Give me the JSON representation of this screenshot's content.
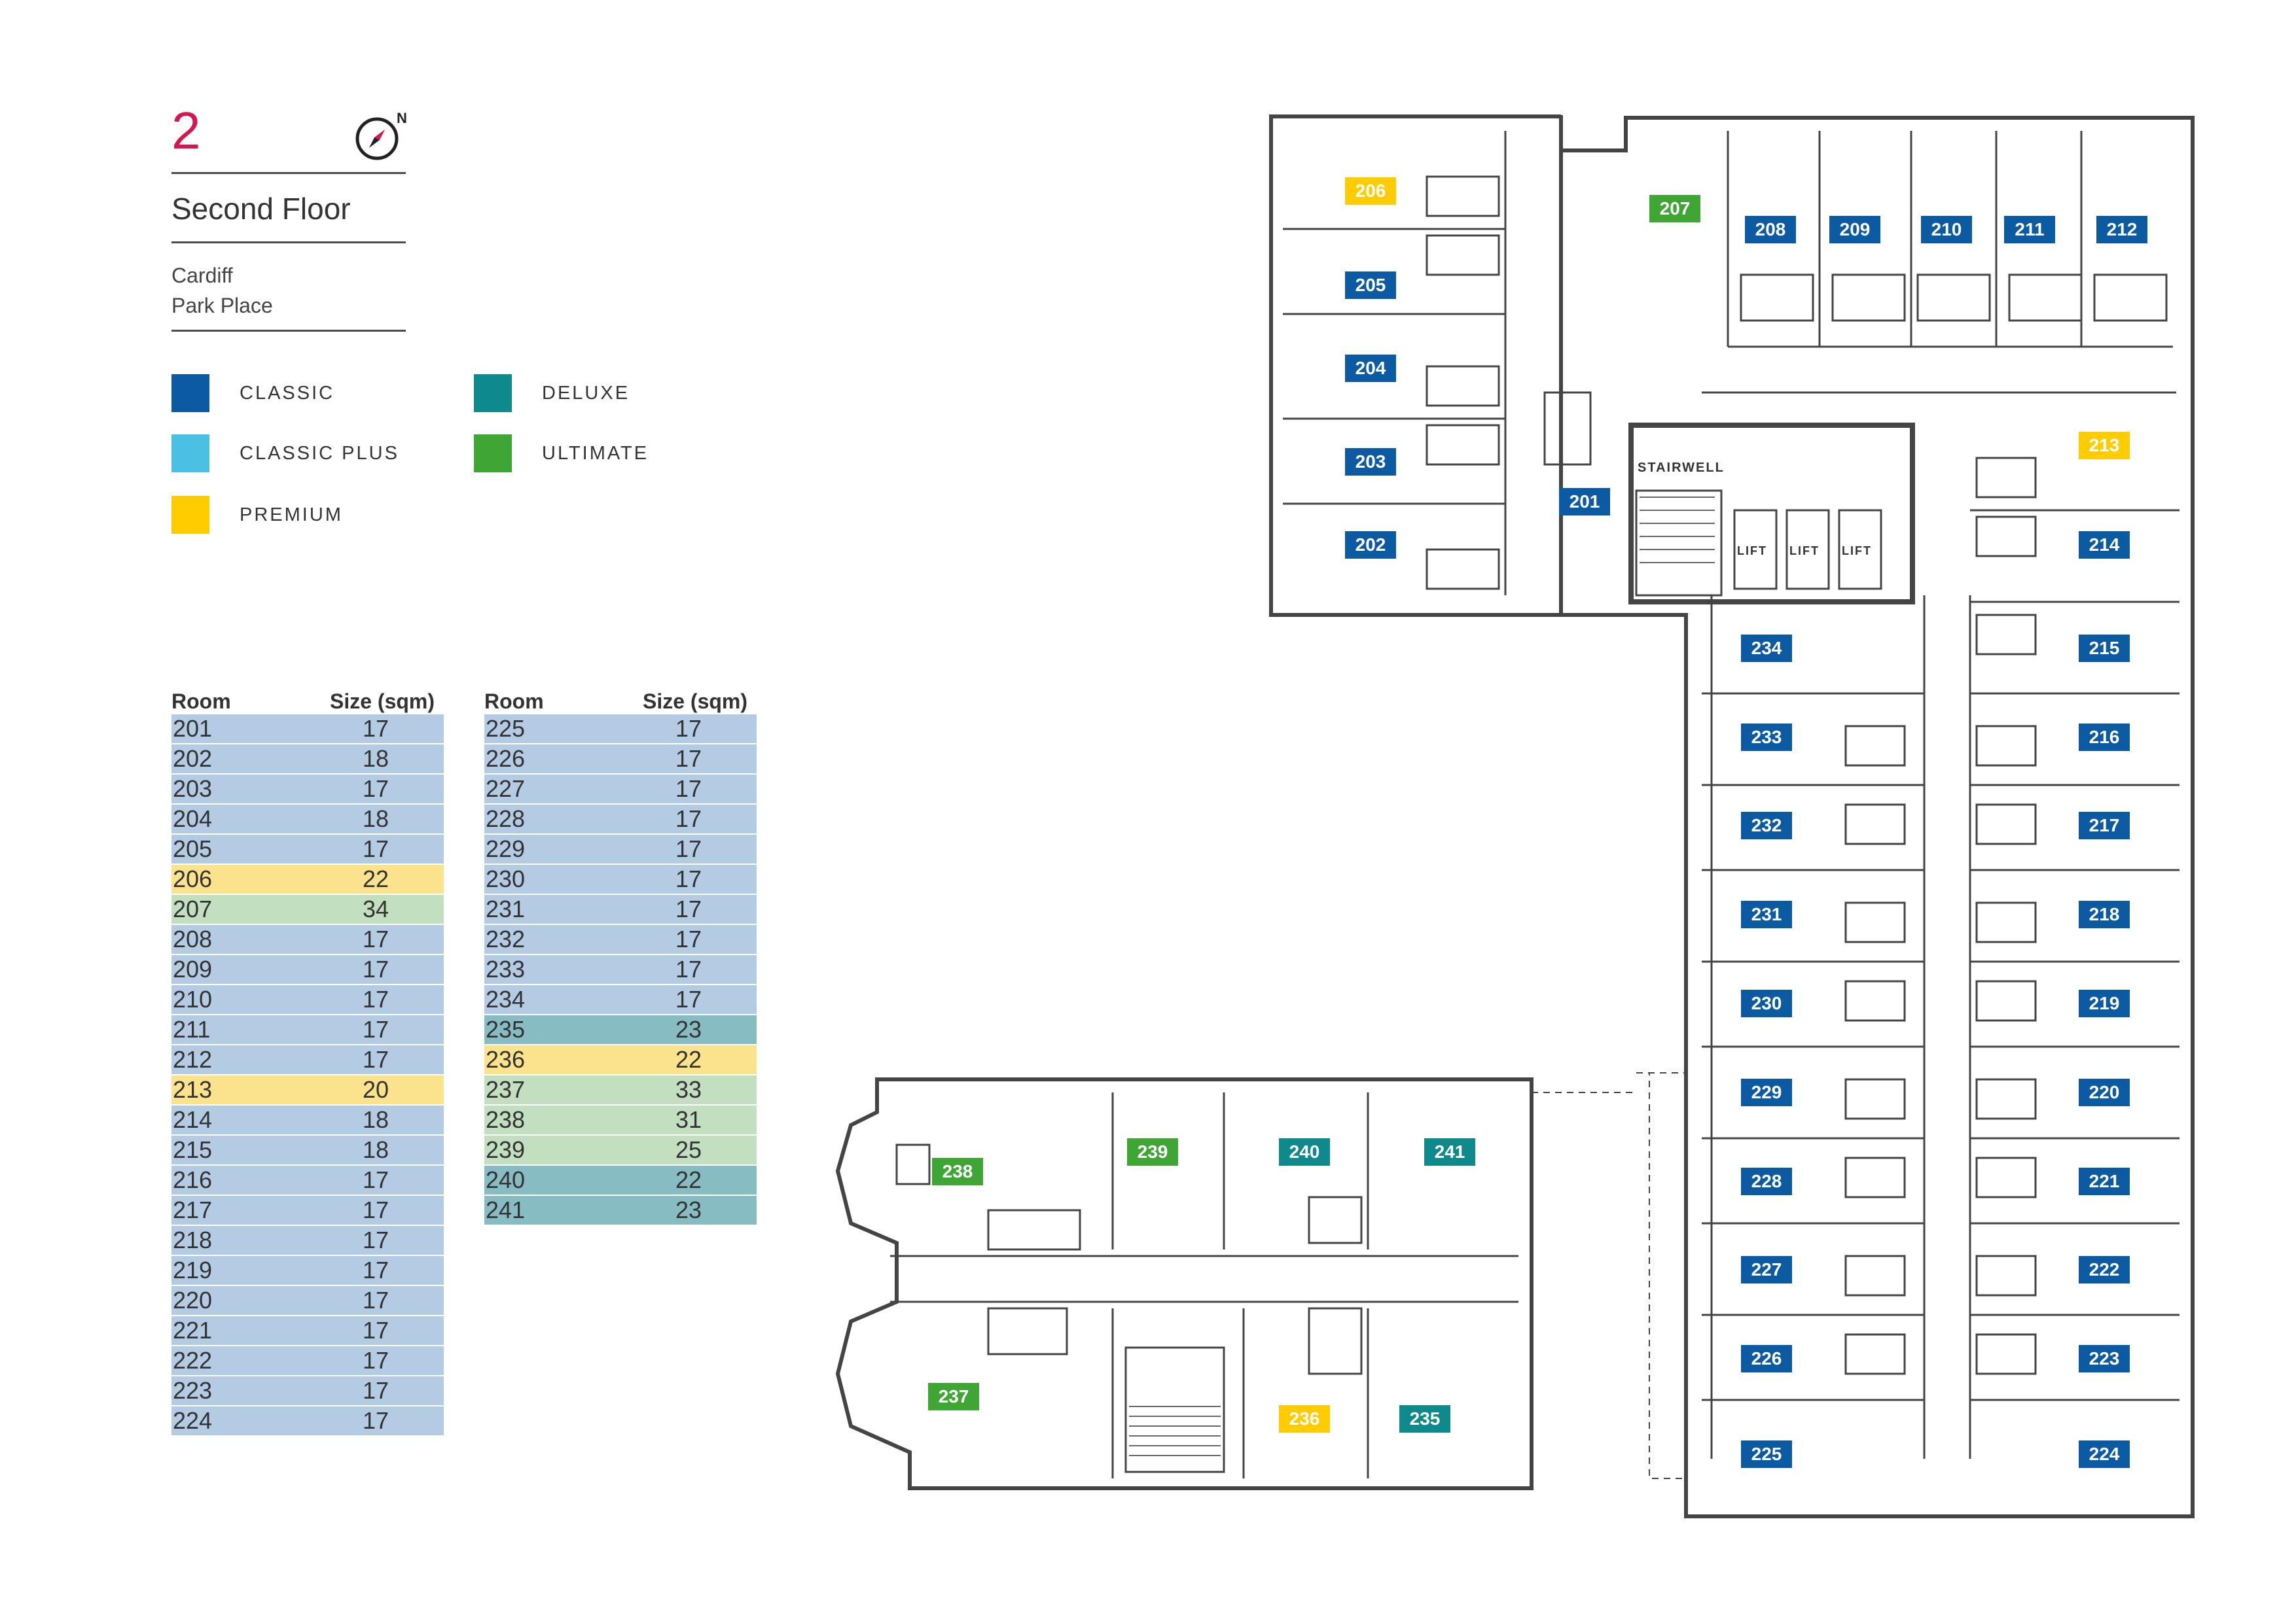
{
  "header": {
    "floor_number": "2",
    "floor_title": "Second Floor",
    "building_line1": "Cardiff",
    "building_line2": "Park Place",
    "north_label": "N"
  },
  "legend": [
    {
      "label": "CLASSIC",
      "color": "#0b5aa2"
    },
    {
      "label": "CLASSIC PLUS",
      "color": "#4cc0e3"
    },
    {
      "label": "PREMIUM",
      "color": "#ffcc00"
    },
    {
      "label": "DELUXE",
      "color": "#0f8a8c"
    },
    {
      "label": "ULTIMATE",
      "color": "#3fa535"
    }
  ],
  "tables": {
    "col_room": "Room",
    "col_size": "Size (sqm)",
    "left": [
      {
        "room": "201",
        "size": "17",
        "tier": "classic"
      },
      {
        "room": "202",
        "size": "18",
        "tier": "classic"
      },
      {
        "room": "203",
        "size": "17",
        "tier": "classic"
      },
      {
        "room": "204",
        "size": "18",
        "tier": "classic"
      },
      {
        "room": "205",
        "size": "17",
        "tier": "classic"
      },
      {
        "room": "206",
        "size": "22",
        "tier": "premium"
      },
      {
        "room": "207",
        "size": "34",
        "tier": "ultimate"
      },
      {
        "room": "208",
        "size": "17",
        "tier": "classic"
      },
      {
        "room": "209",
        "size": "17",
        "tier": "classic"
      },
      {
        "room": "210",
        "size": "17",
        "tier": "classic"
      },
      {
        "room": "211",
        "size": "17",
        "tier": "classic"
      },
      {
        "room": "212",
        "size": "17",
        "tier": "classic"
      },
      {
        "room": "213",
        "size": "20",
        "tier": "premium"
      },
      {
        "room": "214",
        "size": "18",
        "tier": "classic"
      },
      {
        "room": "215",
        "size": "18",
        "tier": "classic"
      },
      {
        "room": "216",
        "size": "17",
        "tier": "classic"
      },
      {
        "room": "217",
        "size": "17",
        "tier": "classic"
      },
      {
        "room": "218",
        "size": "17",
        "tier": "classic"
      },
      {
        "room": "219",
        "size": "17",
        "tier": "classic"
      },
      {
        "room": "220",
        "size": "17",
        "tier": "classic"
      },
      {
        "room": "221",
        "size": "17",
        "tier": "classic"
      },
      {
        "room": "222",
        "size": "17",
        "tier": "classic"
      },
      {
        "room": "223",
        "size": "17",
        "tier": "classic"
      },
      {
        "room": "224",
        "size": "17",
        "tier": "classic"
      }
    ],
    "right": [
      {
        "room": "225",
        "size": "17",
        "tier": "classic"
      },
      {
        "room": "226",
        "size": "17",
        "tier": "classic"
      },
      {
        "room": "227",
        "size": "17",
        "tier": "classic"
      },
      {
        "room": "228",
        "size": "17",
        "tier": "classic"
      },
      {
        "room": "229",
        "size": "17",
        "tier": "classic"
      },
      {
        "room": "230",
        "size": "17",
        "tier": "classic"
      },
      {
        "room": "231",
        "size": "17",
        "tier": "classic"
      },
      {
        "room": "232",
        "size": "17",
        "tier": "classic"
      },
      {
        "room": "233",
        "size": "17",
        "tier": "classic"
      },
      {
        "room": "234",
        "size": "17",
        "tier": "classic"
      },
      {
        "room": "235",
        "size": "23",
        "tier": "deluxe"
      },
      {
        "room": "236",
        "size": "22",
        "tier": "premium"
      },
      {
        "room": "237",
        "size": "33",
        "tier": "ultimate"
      },
      {
        "room": "238",
        "size": "31",
        "tier": "ultimate"
      },
      {
        "room": "239",
        "size": "25",
        "tier": "ultimate"
      },
      {
        "room": "240",
        "size": "22",
        "tier": "deluxe"
      },
      {
        "room": "241",
        "size": "23",
        "tier": "deluxe"
      }
    ],
    "row_colors": {
      "classic": "#b3cbe3",
      "premium": "#fbe38e",
      "ultimate": "#c2e0c0",
      "deluxe": "#88bcc3"
    }
  },
  "plan": {
    "stairwell_label": "STAIRWELL",
    "lift_label": "LIFT",
    "room_colors": {
      "classic": "#0b5aa2",
      "premium": "#ffcc00",
      "ultimate": "#3fa535",
      "deluxe": "#0f8a8c"
    },
    "rooms": [
      {
        "id": "201",
        "tier": "classic"
      },
      {
        "id": "202",
        "tier": "classic"
      },
      {
        "id": "203",
        "tier": "classic"
      },
      {
        "id": "204",
        "tier": "classic"
      },
      {
        "id": "205",
        "tier": "classic"
      },
      {
        "id": "206",
        "tier": "premium"
      },
      {
        "id": "207",
        "tier": "ultimate"
      },
      {
        "id": "208",
        "tier": "classic"
      },
      {
        "id": "209",
        "tier": "classic"
      },
      {
        "id": "210",
        "tier": "classic"
      },
      {
        "id": "211",
        "tier": "classic"
      },
      {
        "id": "212",
        "tier": "classic"
      },
      {
        "id": "213",
        "tier": "premium"
      },
      {
        "id": "214",
        "tier": "classic"
      },
      {
        "id": "215",
        "tier": "classic"
      },
      {
        "id": "216",
        "tier": "classic"
      },
      {
        "id": "217",
        "tier": "classic"
      },
      {
        "id": "218",
        "tier": "classic"
      },
      {
        "id": "219",
        "tier": "classic"
      },
      {
        "id": "220",
        "tier": "classic"
      },
      {
        "id": "221",
        "tier": "classic"
      },
      {
        "id": "222",
        "tier": "classic"
      },
      {
        "id": "223",
        "tier": "classic"
      },
      {
        "id": "224",
        "tier": "classic"
      },
      {
        "id": "225",
        "tier": "classic"
      },
      {
        "id": "226",
        "tier": "classic"
      },
      {
        "id": "227",
        "tier": "classic"
      },
      {
        "id": "228",
        "tier": "classic"
      },
      {
        "id": "229",
        "tier": "classic"
      },
      {
        "id": "230",
        "tier": "classic"
      },
      {
        "id": "231",
        "tier": "classic"
      },
      {
        "id": "232",
        "tier": "classic"
      },
      {
        "id": "233",
        "tier": "classic"
      },
      {
        "id": "234",
        "tier": "classic"
      },
      {
        "id": "235",
        "tier": "deluxe"
      },
      {
        "id": "236",
        "tier": "premium"
      },
      {
        "id": "237",
        "tier": "ultimate"
      },
      {
        "id": "238",
        "tier": "ultimate"
      },
      {
        "id": "239",
        "tier": "ultimate"
      },
      {
        "id": "240",
        "tier": "deluxe"
      },
      {
        "id": "241",
        "tier": "deluxe"
      }
    ]
  }
}
